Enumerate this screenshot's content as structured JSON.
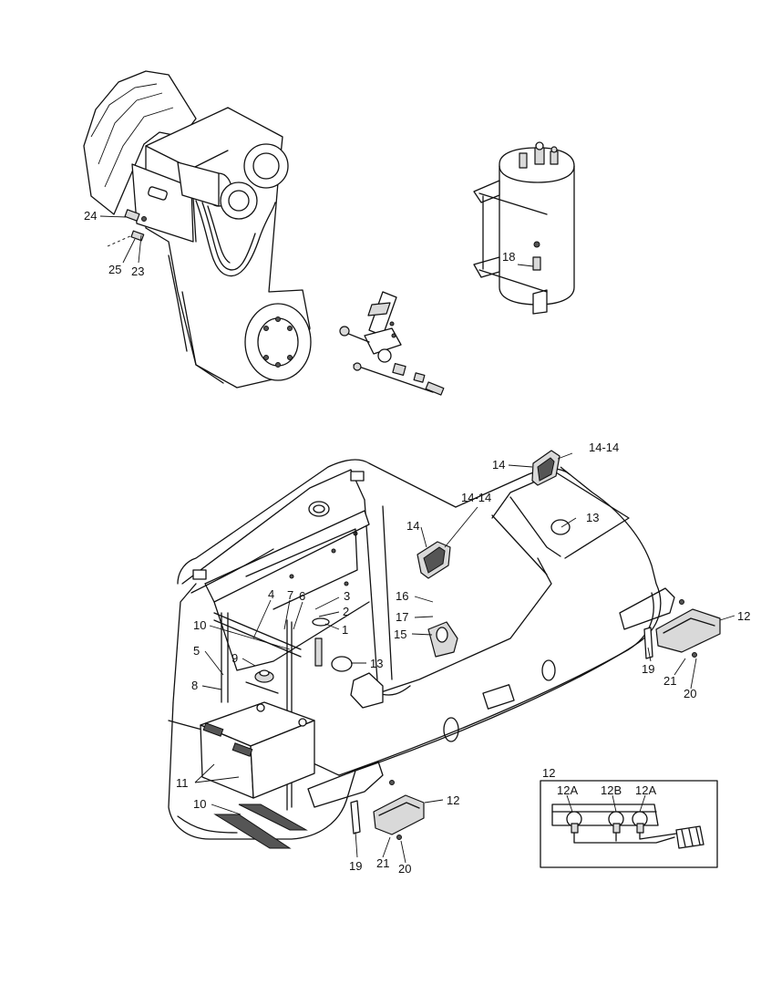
{
  "labels": {
    "l24": "24",
    "l25": "25",
    "l23": "23",
    "l18": "18",
    "l14a": "14",
    "l14_14a": "14-14",
    "l14b": "14",
    "l14_14b": "14-14",
    "l13a": "13",
    "l13b": "13",
    "l4": "4",
    "l7": "7",
    "l6": "6",
    "l3": "3",
    "l2": "2",
    "l1": "1",
    "l16": "16",
    "l17": "17",
    "l15": "15",
    "l10a": "10",
    "l5": "5",
    "l9": "9",
    "l8": "8",
    "l11": "11",
    "l10b": "10",
    "l12a": "12",
    "l19a": "19",
    "l21a": "21",
    "l20a": "20",
    "l12b": "12",
    "l19b": "19",
    "l21b": "21",
    "l20b": "20",
    "inset_title": "12",
    "l12A_1": "12A",
    "l12B": "12B",
    "l12A_2": "12A"
  }
}
